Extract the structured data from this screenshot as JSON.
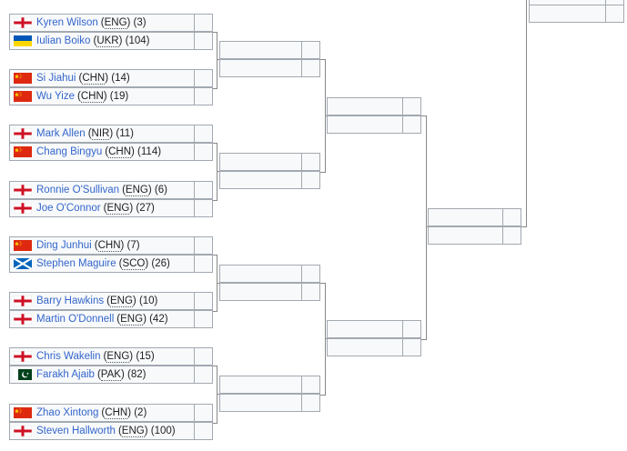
{
  "round1": [
    {
      "name": "Kyren Wilson",
      "country": "ENG",
      "seed": "(3)",
      "flag": "england-flag"
    },
    {
      "name": "Iulian Boiko",
      "country": "UKR",
      "seed": "(104)",
      "flag": "ukraine-flag"
    },
    {
      "name": "Si Jiahui",
      "country": "CHN",
      "seed": "(14)",
      "flag": "china-flag"
    },
    {
      "name": "Wu Yize",
      "country": "CHN",
      "seed": "(19)",
      "flag": "china-flag"
    },
    {
      "name": "Mark Allen",
      "country": "NIR",
      "seed": "(11)",
      "flag": "england-flag"
    },
    {
      "name": "Chang Bingyu",
      "country": "CHN",
      "seed": "(114)",
      "flag": "china-flag"
    },
    {
      "name": "Ronnie O'Sullivan",
      "country": "ENG",
      "seed": "(6)",
      "flag": "england-flag"
    },
    {
      "name": "Joe O'Connor",
      "country": "ENG",
      "seed": "(27)",
      "flag": "england-flag"
    },
    {
      "name": "Ding Junhui",
      "country": "CHN",
      "seed": "(7)",
      "flag": "china-flag"
    },
    {
      "name": "Stephen Maguire",
      "country": "SCO",
      "seed": "(26)",
      "flag": "scotland-flag"
    },
    {
      "name": "Barry Hawkins",
      "country": "ENG",
      "seed": "(10)",
      "flag": "england-flag"
    },
    {
      "name": "Martin O'Donnell",
      "country": "ENG",
      "seed": "(42)",
      "flag": "england-flag"
    },
    {
      "name": "Chris Wakelin",
      "country": "ENG",
      "seed": "(15)",
      "flag": "england-flag"
    },
    {
      "name": "Farakh Ajaib",
      "country": "PAK",
      "seed": "(82)",
      "flag": "pakistan-flag"
    },
    {
      "name": "Zhao Xintong",
      "country": "CHN",
      "seed": "(2)",
      "flag": "china-flag"
    },
    {
      "name": "Steven Hallworth",
      "country": "ENG",
      "seed": "(100)",
      "flag": "england-flag"
    }
  ]
}
